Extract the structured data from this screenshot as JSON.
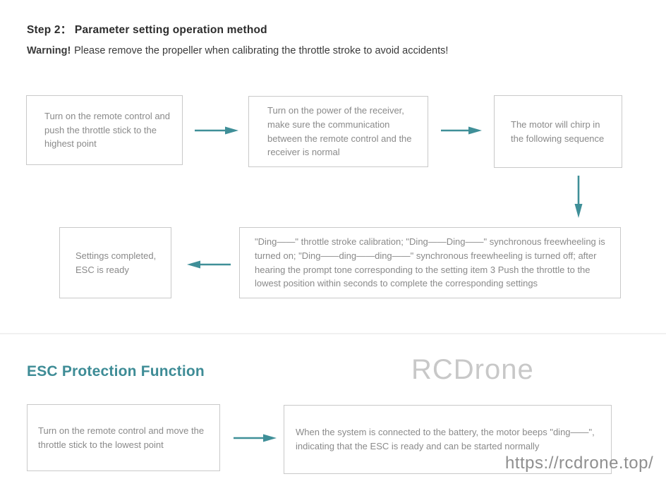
{
  "header": {
    "step_title": "Step 2： Parameter setting operation method",
    "warning_label": "Warning!",
    "warning_text": "Please remove the propeller when calibrating the throttle stroke to avoid accidents!"
  },
  "flowchart": {
    "step1": "Turn on the remote control and push the throttle stick to the highest point",
    "step2": "Turn on the power of the receiver, make sure the communication between the remote control and the receiver is normal",
    "step3": "The motor will chirp in the following sequence",
    "step4": "\"Ding——\" throttle stroke calibration; \"Ding——Ding——\" synchronous freewheeling is turned on; \"Ding——ding——ding——\" synchronous freewheeling is turned off; after hearing the prompt tone corresponding to the setting item 3 Push the throttle to the lowest position within seconds to complete the corresponding settings",
    "step5": "Settings completed, ESC is ready"
  },
  "protection": {
    "heading": "ESC Protection Function",
    "step1": "Turn on the remote control and move the throttle stick to the lowest point",
    "step2": "When the system is connected to the battery, the motor beeps \"ding——\", indicating that the ESC is ready and can be started normally"
  },
  "watermark": "RCDrone",
  "site_url": "https://rcdrone.top/",
  "colors": {
    "arrow": "#3F8F98",
    "heading": "#3E8C96",
    "box_border": "#C9C9C9",
    "box_text": "#8A8A8A",
    "watermark": "#C8C8C8",
    "url_text": "#8F8F8F"
  }
}
